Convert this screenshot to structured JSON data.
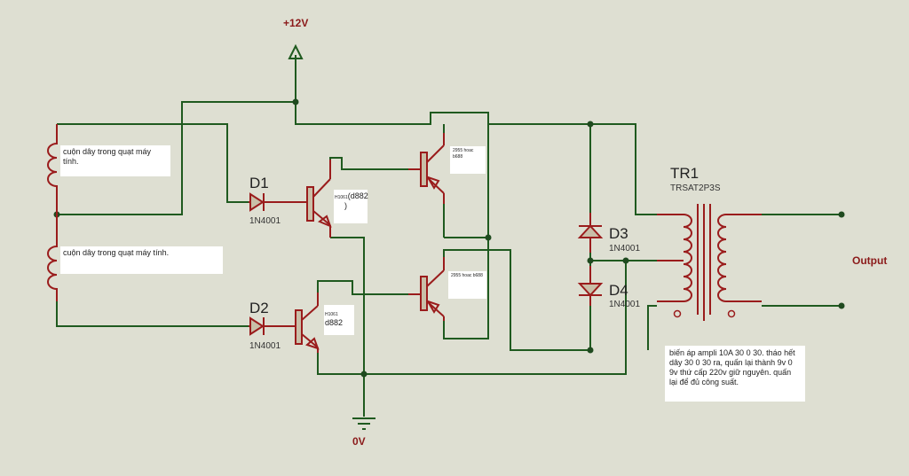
{
  "nets": {
    "supply": "+12V",
    "ground": "0V",
    "output": "Output"
  },
  "components": {
    "d1": {
      "ref": "D1",
      "value": "1N4001"
    },
    "d2": {
      "ref": "D2",
      "value": "1N4001"
    },
    "d3": {
      "ref": "D3",
      "value": "1N4001"
    },
    "d4": {
      "ref": "D4",
      "value": "1N4001"
    },
    "tr1": {
      "ref": "TR1",
      "value": "TRSAT2P3S"
    }
  },
  "notes": {
    "coil_top": "cuộn dây trong quạt máy tính.",
    "coil_bottom": "cuộn dây trong quạt máy tính.",
    "q1_small": "H1061",
    "q1_main": "(d882",
    "q1_close": ")",
    "q2_small": "H1061",
    "q2_main": "d882",
    "q3": "2955 hoac b688",
    "q4": "2955 hoac b688",
    "transformer": "biến áp ampli 10A 30 0 30. tháo hết dây 30 0 30 ra, quấn lại thành 9v 0 9v thứ cấp 220v giữ nguyên. quấn lại để đủ công suất."
  },
  "colors": {
    "background": "#dedfd2",
    "wire": "#1f5a1f",
    "component": "#9a1c1c",
    "net_label": "#8b1a1a"
  }
}
